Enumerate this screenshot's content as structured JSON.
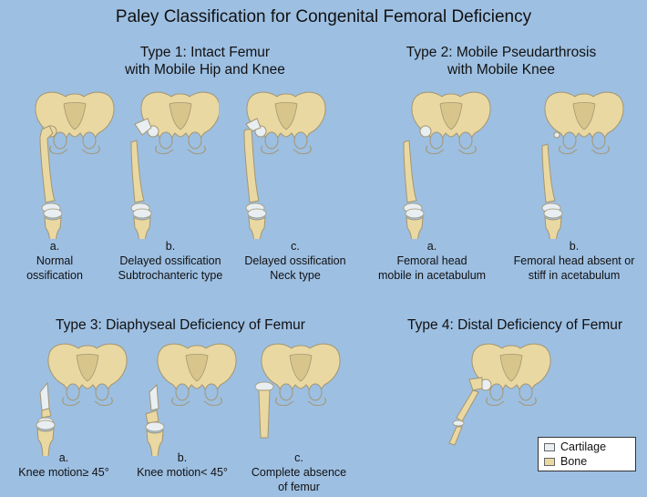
{
  "title": "Paley Classification for Congenital Femoral Deficiency",
  "types": [
    {
      "id": "type1",
      "heading_line1": "Type 1: Intact Femur",
      "heading_line2": "with Mobile Hip and Knee",
      "subtypes": [
        {
          "letter": "a.",
          "line1": "Normal",
          "line2": "ossification"
        },
        {
          "letter": "b.",
          "line1": "Delayed ossification",
          "line2": "Subtrochanteric type"
        },
        {
          "letter": "c.",
          "line1": "Delayed ossification",
          "line2": "Neck type"
        }
      ]
    },
    {
      "id": "type2",
      "heading_line1": "Type 2: Mobile Pseudarthrosis",
      "heading_line2": "with Mobile Knee",
      "subtypes": [
        {
          "letter": "a.",
          "line1": "Femoral head",
          "line2": "mobile in acetabulum"
        },
        {
          "letter": "b.",
          "line1": "Femoral head absent or",
          "line2": "stiff in acetabulum"
        }
      ]
    },
    {
      "id": "type3",
      "heading_line1": "Type 3: Diaphyseal Deficiency of Femur",
      "subtypes": [
        {
          "letter": "a.",
          "line1": "Knee motion≥ 45°"
        },
        {
          "letter": "b.",
          "line1": "Knee motion< 45°"
        },
        {
          "letter": "c.",
          "line1": "Complete absence",
          "line2": "of femur"
        }
      ]
    },
    {
      "id": "type4",
      "heading_line1": "Type 4: Distal Deficiency of Femur"
    }
  ],
  "legend": {
    "items": [
      {
        "label": "Cartilage",
        "color": "#e8eef2"
      },
      {
        "label": "Bone",
        "color": "#ead8a2"
      }
    ]
  },
  "colors": {
    "background": "#9dbfe2",
    "bone": "#ead8a2",
    "cartilage": "#e8eef2",
    "outline": "#a39670"
  }
}
